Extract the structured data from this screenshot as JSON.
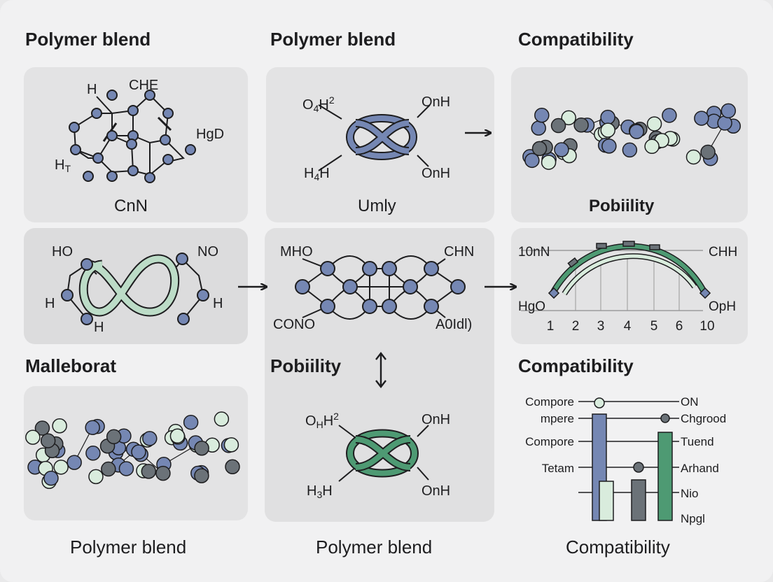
{
  "colors": {
    "blue": "#7587b3",
    "slate": "#6b7278",
    "mint": "#d9ecdd",
    "green": "#4e9a73",
    "stroke": "#1d1d1f"
  },
  "headings": {
    "h1": "Polymer blend",
    "h2": "Polymer blend",
    "h3": "Compatibility",
    "h4": "Malleborat",
    "h5": "Pobiility",
    "h6": "Compatibility"
  },
  "captions": {
    "c1": "CnN",
    "c2": "Umly",
    "c3": "Pobiility"
  },
  "bottom": {
    "b1": "Polymer blend",
    "b2": "Polymer blend",
    "b3": "Compatibility"
  },
  "molecule1": {
    "l1": "H",
    "l2": "CHE",
    "l3": "HgD",
    "l4": "H",
    "l4sub": "T"
  },
  "knot1": {
    "l1": "O",
    "l1sub": "4",
    "l1b": "H",
    "l1sup": "2",
    "l2": "OnH",
    "l3": "H",
    "l3sub": "4",
    "l3b": "H",
    "l4": "OnH"
  },
  "loop": {
    "l1": "HO",
    "l2": "NO",
    "l3": "H",
    "l4": "H",
    "l5": "H"
  },
  "chain": {
    "l1": "MHO",
    "l2": "CHN",
    "l3": "CONO",
    "l4": "A0Idl)"
  },
  "arc": {
    "left_top": "10nN",
    "right_top": "CHH",
    "left_bottom": "HgO",
    "right_bottom": "OpH",
    "ticks": [
      "1",
      "2",
      "3",
      "4",
      "5",
      "6",
      "10"
    ]
  },
  "knot2": {
    "l1": "O",
    "l1sub": "H",
    "l1b": "H",
    "l1sup": "2",
    "l2": "OnH",
    "l3": "H",
    "l3sub": "3",
    "l3b": "H",
    "l4": "OnH"
  },
  "bars": {
    "left_labels": [
      "Compore",
      "mpere",
      "Compore",
      "Tetam"
    ],
    "right_labels": [
      "ON",
      "Chgrood",
      "Tuend",
      "Arhand",
      "Nio",
      "Npgl"
    ]
  }
}
